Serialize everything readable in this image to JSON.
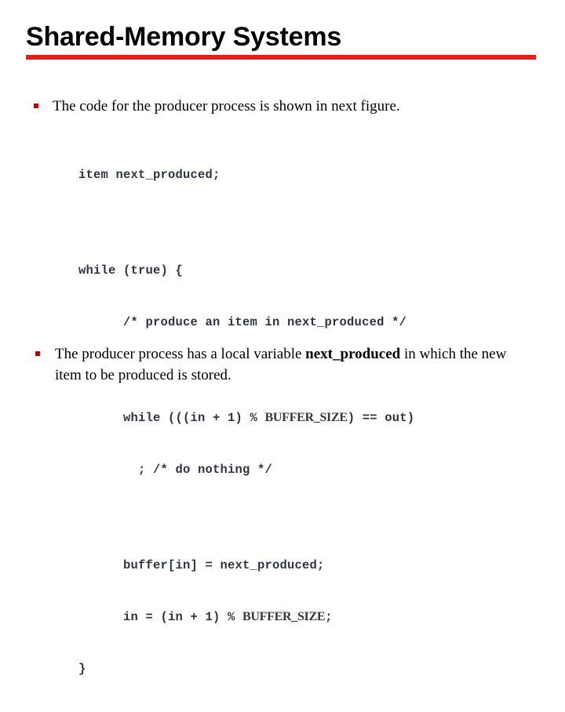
{
  "slide": {
    "title": "Shared-Memory Systems",
    "accent_color": "#ED1C16",
    "bullet_color": "#C00000",
    "code_color": "#2f3440",
    "background_color": "#FFFFFF"
  },
  "bullets": [
    {
      "text": "The code for the producer process is shown in next figure."
    },
    {
      "lead": "The producer process has a local variable ",
      "emphasis": "next_produced",
      "tail": " in which the new item to be produced is stored."
    }
  ],
  "code": {
    "lines": [
      {
        "indent": 0,
        "text": "item next_produced;"
      },
      {
        "indent": 0,
        "text": ""
      },
      {
        "indent": 0,
        "text": "while (true) {"
      },
      {
        "indent": 1,
        "text": "/* produce an item in next_produced */"
      },
      {
        "indent": 0,
        "text": ""
      },
      {
        "indent": 1,
        "pre": "while (((in + 1) % ",
        "serif": "BUFFER_SIZE",
        "post": ") == out)"
      },
      {
        "indent": 1,
        "text": "  ; /* do nothing */"
      },
      {
        "indent": 0,
        "text": ""
      },
      {
        "indent": 1,
        "text": "buffer[in] = next_produced;"
      },
      {
        "indent": 1,
        "pre": "in = (in + 1) % ",
        "serif": "BUFFER_SIZE",
        "post": ";"
      },
      {
        "indent": 0,
        "text": "}"
      }
    ]
  }
}
